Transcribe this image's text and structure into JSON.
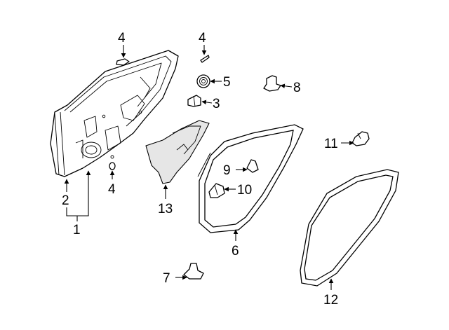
{
  "diagram": {
    "callouts": [
      {
        "id": "c4a",
        "text": "4"
      },
      {
        "id": "c4b",
        "text": "4"
      },
      {
        "id": "c5",
        "text": "5"
      },
      {
        "id": "c8",
        "text": "8"
      },
      {
        "id": "c3",
        "text": "3"
      },
      {
        "id": "c11",
        "text": "11"
      },
      {
        "id": "c9",
        "text": "9"
      },
      {
        "id": "c10",
        "text": "10"
      },
      {
        "id": "c4c",
        "text": "4"
      },
      {
        "id": "c2",
        "text": "2"
      },
      {
        "id": "c13",
        "text": "13"
      },
      {
        "id": "c1",
        "text": "1"
      },
      {
        "id": "c6",
        "text": "6"
      },
      {
        "id": "c7",
        "text": "7"
      },
      {
        "id": "c12",
        "text": "12"
      }
    ]
  },
  "colors": {
    "line": "#000000",
    "background": "#ffffff",
    "part_fill": "#e6e6e6"
  }
}
